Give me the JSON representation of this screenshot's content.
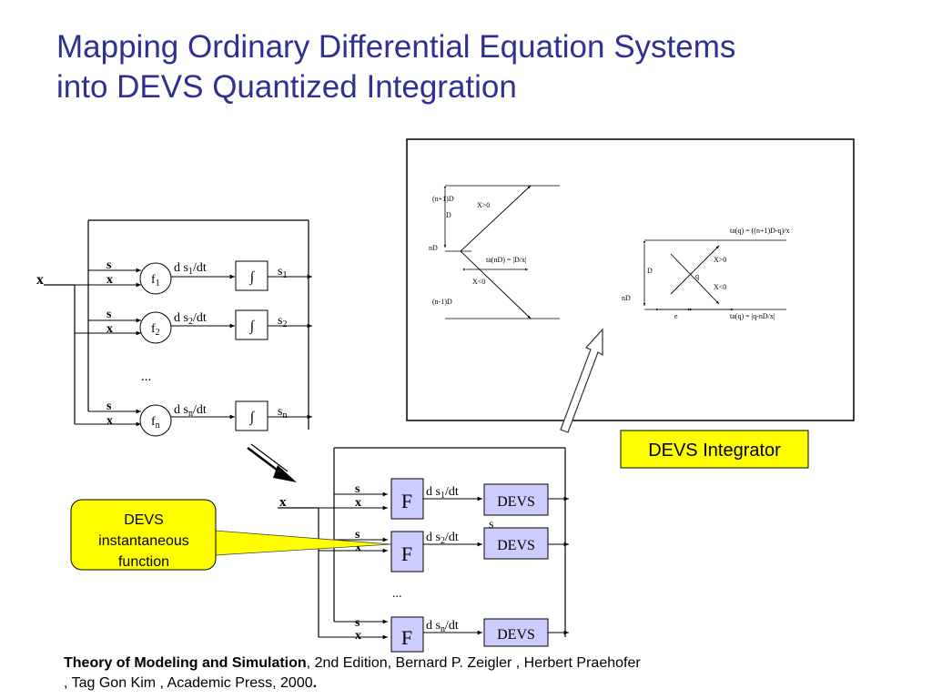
{
  "title": {
    "line1": "Mapping Ordinary Differential Equation Systems",
    "line2": "into DEVS Quantized Integration"
  },
  "ode_block": {
    "input": "x",
    "rows": [
      {
        "s": "s",
        "x": "x",
        "func": "f",
        "func_sub": "1",
        "deriv": "d s",
        "deriv_sub": "1",
        "deriv_tail": "/dt",
        "integral": "∫",
        "out": "s",
        "out_sub": "1"
      },
      {
        "s": "s",
        "x": "x",
        "func": "f",
        "func_sub": "2",
        "deriv": "d s",
        "deriv_sub": "2",
        "deriv_tail": "/dt",
        "integral": "∫",
        "out": "s",
        "out_sub": "2"
      },
      {
        "s": "s",
        "x": "x",
        "func": "f",
        "func_sub": "n",
        "deriv": "d s",
        "deriv_sub": "n",
        "deriv_tail": "/dt",
        "integral": "∫",
        "out": "s",
        "out_sub": "n"
      }
    ],
    "ellipsis": "..."
  },
  "devs_block": {
    "input": "x",
    "rows": [
      {
        "s": "s",
        "x": "x",
        "func": "F",
        "deriv": "d s",
        "deriv_sub": "1",
        "deriv_tail": "/dt",
        "integrator": "DEVS"
      },
      {
        "s": "s",
        "x": "x",
        "func": "F",
        "deriv": "d s",
        "deriv_sub": "2",
        "deriv_tail": "/dt",
        "integrator": "DEVS"
      },
      {
        "s": "s",
        "x": "x",
        "func": "F",
        "deriv": "d s",
        "deriv_sub": "n",
        "deriv_tail": "/dt",
        "integrator": "DEVS"
      }
    ],
    "ellipsis": "...",
    "stray_label": "s"
  },
  "integrator_callout": {
    "label": "DEVS Integrator"
  },
  "function_callout": {
    "line1": "DEVS",
    "line2": "instantaneous",
    "line3": "function"
  },
  "quantization_panel": {
    "left": {
      "level_top": "(n+1)D",
      "step": "D",
      "level_mid": "nD",
      "level_bottom": "(n-1)D",
      "x_pos": "X>0",
      "x_neg": "X<0",
      "ta": "ta(nD) = |D/x|"
    },
    "right": {
      "ta_top": "ta(q) =  ((n+1)D-q)/x",
      "x_pos": "X>0",
      "q": "q",
      "x_neg": "X<0",
      "step": "D",
      "level": "nD",
      "e": "e",
      "ta_bottom": "ta(q) =  |q-nD/x|"
    }
  },
  "citation": {
    "bold": "Theory of Modeling and Simulation",
    "rest": ", 2nd Edition, Bernard P. Zeigler , Herbert Praehofer",
    "line2": ", Tag Gon Kim , Academic Press, 2000",
    "end": "."
  },
  "colors": {
    "title": "#2e3192",
    "callout_fill": "#ffff00",
    "box_fill": "#ccccff"
  }
}
